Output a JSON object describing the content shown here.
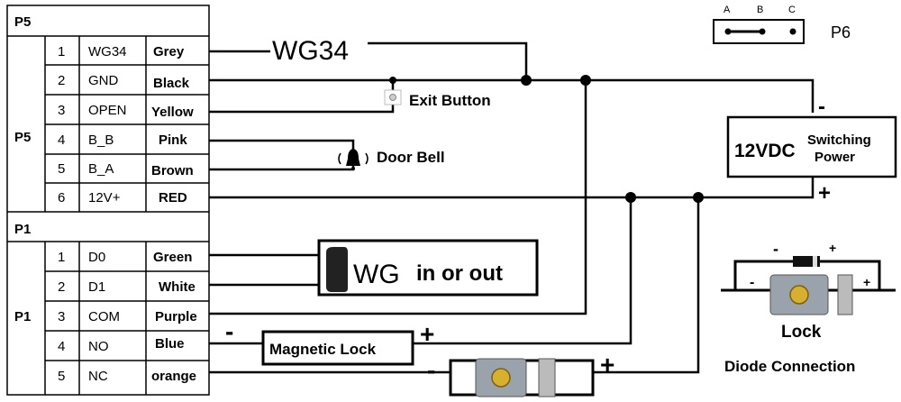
{
  "table": {
    "p5_header": "P5",
    "p5_group": "P5",
    "p1_header": "P1",
    "p1_group": "P1",
    "p5_rows": [
      {
        "num": "1",
        "signal": "WG34",
        "wire": "Grey"
      },
      {
        "num": "2",
        "signal": "GND",
        "wire": "Black"
      },
      {
        "num": "3",
        "signal": "OPEN",
        "wire": "Yellow"
      },
      {
        "num": "4",
        "signal": "B_B",
        "wire": "Pink"
      },
      {
        "num": "5",
        "signal": "B_A",
        "wire": "Brown"
      },
      {
        "num": "6",
        "signal": "12V+",
        "wire": "RED"
      }
    ],
    "p1_rows": [
      {
        "num": "1",
        "signal": "D0",
        "wire": "Green"
      },
      {
        "num": "2",
        "signal": "D1",
        "wire": "White"
      },
      {
        "num": "3",
        "signal": "COM",
        "wire": "Purple"
      },
      {
        "num": "4",
        "signal": "NO",
        "wire": "Blue"
      },
      {
        "num": "5",
        "signal": "NC",
        "wire": "orange"
      }
    ]
  },
  "labels": {
    "wg34": "WG34",
    "exit_button": "Exit Button",
    "door_bell": "Door Bell",
    "power_voltage": "12VDC",
    "power_line1": "Switching",
    "power_line2": "Power",
    "power_minus": "-",
    "power_plus": "+",
    "wg_box_wg": "WG",
    "wg_box_text": "in or out",
    "magnetic_lock": "Magnetic Lock",
    "mag_minus": "-",
    "mag_plus": "+",
    "lock_minus": "-",
    "lock_plus": "+",
    "diode_minus": "-",
    "diode_plus": "+",
    "lock_inner_minus": "-",
    "lock_inner_plus": "+",
    "lock_label": "Lock",
    "diode_connection": "Diode Connection"
  },
  "p6": {
    "title": "P6",
    "pins": [
      "A",
      "B",
      "C"
    ]
  }
}
